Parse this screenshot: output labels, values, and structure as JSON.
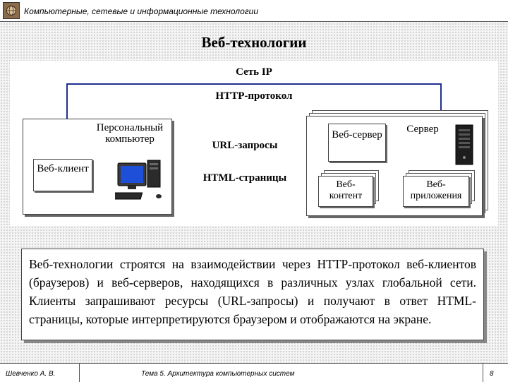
{
  "header": {
    "title": "Компьютерные, сетевые и информационные технологии",
    "logo_icon": "globe-emblem-icon"
  },
  "slide": {
    "title": "Веб-технологии"
  },
  "diagram": {
    "network_label": "Сеть IP",
    "protocol_label": "HTTP-протокол",
    "pc_label": "Персональный компьютер",
    "web_client_label": "Веб-клиент",
    "url_requests_label": "URL-запросы",
    "html_pages_label": "HTML-страницы",
    "web_server_label": "Веб-сервер",
    "server_label": "Сервер",
    "web_content_label": "Веб-контент",
    "web_apps_label": "Веб-приложения",
    "pc_icon": "desktop-computer-icon",
    "server_icon": "server-tower-icon",
    "line_color": "#1f2f8f"
  },
  "description": {
    "text": "Веб-технологии строятся на взаимодействии через HTTP-протокол веб-клиентов (браузеров) и веб-серверов, находящихся в различных узлах глобальной сети. Клиенты запрашивают ресурсы (URL-запросы) и получают в ответ HTML-страницы, которые интерпретируются браузером и отображаются на экране."
  },
  "footer": {
    "author": "Шевченко А. В.",
    "topic": "Тема 5. Архитектура компьютерных систем",
    "page": "8"
  }
}
